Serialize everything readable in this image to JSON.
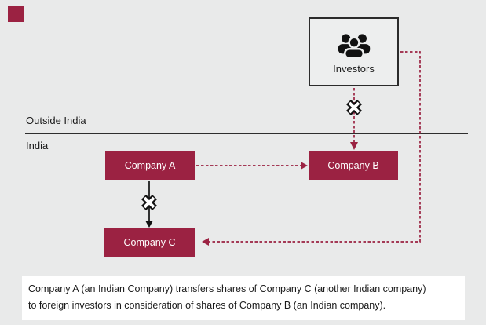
{
  "colors": {
    "background": "#e9eaea",
    "accent": "#9b2242",
    "line_black": "#1a1a1a",
    "caption_background": "#ffffff"
  },
  "regions": {
    "outside_india": "Outside India",
    "india": "India"
  },
  "nodes": {
    "investors": {
      "label": "Investors",
      "icon": "people-group-icon",
      "location": "outside_india"
    },
    "company_a": {
      "label": "Company A",
      "location": "india"
    },
    "company_b": {
      "label": "Company B",
      "location": "india"
    },
    "company_c": {
      "label": "Company C",
      "location": "india"
    }
  },
  "connectors": [
    {
      "from": "investors",
      "to": "company_b",
      "style": "dashed-red",
      "blocked": true
    },
    {
      "from": "company_a",
      "to": "company_b",
      "style": "dashed-red",
      "blocked": false
    },
    {
      "from": "company_a",
      "to": "company_c",
      "style": "solid-black",
      "blocked": true
    },
    {
      "from": "investors",
      "to": "company_c",
      "style": "dashed-red",
      "blocked": false
    }
  ],
  "caption": {
    "line1": "Company A (an Indian Company) transfers shares of Company C (another Indian company)",
    "line2": "to foreign investors in consideration of shares of Company B (an Indian company)."
  }
}
